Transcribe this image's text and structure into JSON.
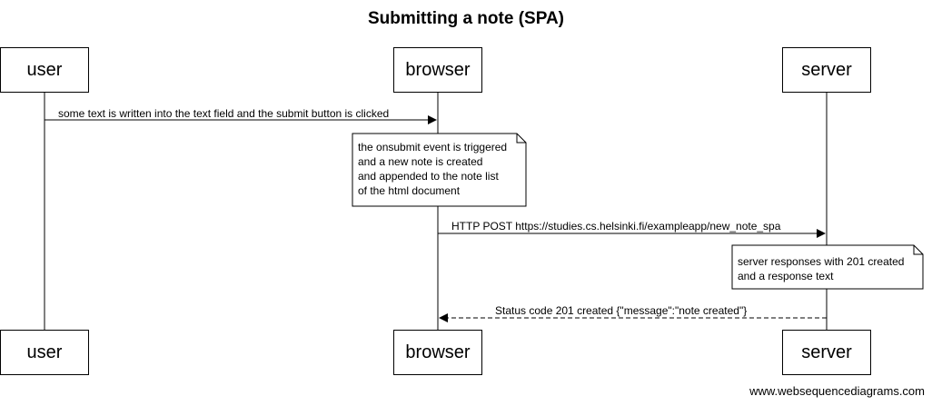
{
  "title": "Submitting a note (SPA)",
  "participants": [
    "user",
    "browser",
    "server"
  ],
  "messages": [
    {
      "from": "user",
      "to": "browser",
      "text": "some text is written into the text field and the submit button is clicked",
      "style": "solid"
    },
    {
      "from": "browser",
      "to": "server",
      "text": "HTTP POST https://studies.cs.helsinki.fi/exampleapp/new_note_spa",
      "style": "solid"
    },
    {
      "from": "server",
      "to": "browser",
      "text": "Status code 201 created {\"message\":\"note created\"}",
      "style": "dashed"
    }
  ],
  "notes": [
    {
      "over": "browser",
      "lines": [
        "the onsubmit event is triggered",
        "and a new note is created",
        "and appended to the note list",
        "of the html document"
      ]
    },
    {
      "over": "server",
      "lines": [
        "server responses with 201 created",
        "and a response text"
      ]
    }
  ],
  "footer": "www.websequencediagrams.com"
}
